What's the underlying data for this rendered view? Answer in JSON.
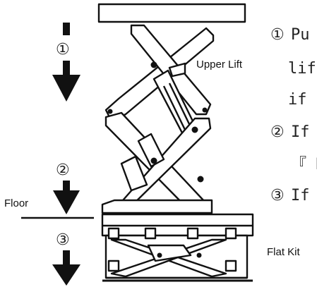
{
  "labels": {
    "upper_lift": "Upper Lift",
    "floor": "Floor",
    "flat_kit": "Flat Kit"
  },
  "arrows": [
    {
      "number": "①"
    },
    {
      "number": "②"
    },
    {
      "number": "③"
    }
  ],
  "steps": [
    {
      "marker": "①",
      "text": "Pu"
    },
    {
      "marker": "",
      "text": "lif"
    },
    {
      "marker": "",
      "text": "if I"
    },
    {
      "marker": "②",
      "text": "If"
    },
    {
      "marker": "",
      "text": "『 D"
    },
    {
      "marker": "③",
      "text": "If"
    }
  ],
  "colors": {
    "ink": "#111111",
    "background": "#ffffff"
  }
}
